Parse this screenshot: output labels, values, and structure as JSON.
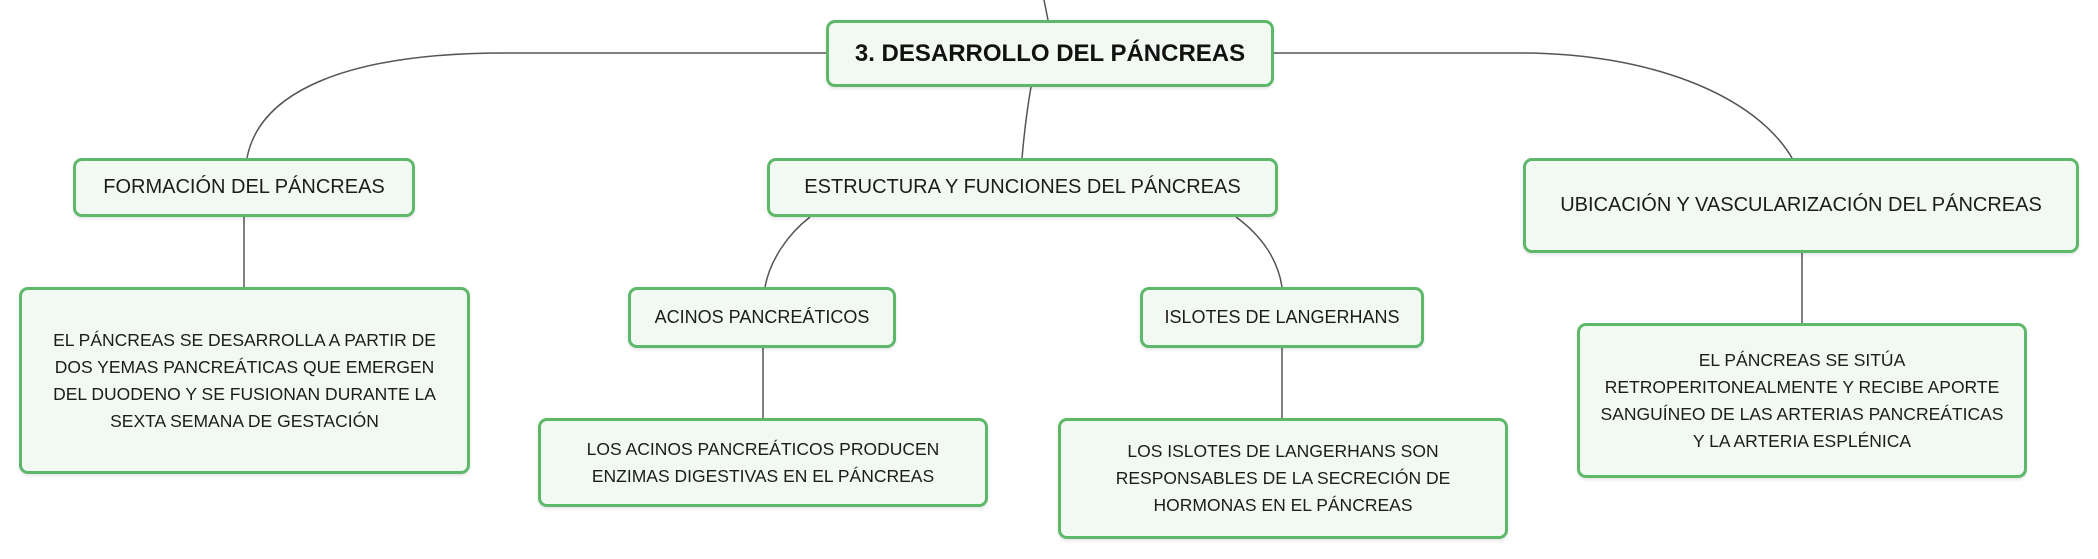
{
  "colors": {
    "node_border": "#5db86a",
    "node_fill": "#f2f9f3",
    "connector": "#555555",
    "text": "#1c1c1c"
  },
  "map": {
    "root": "3. DESARROLLO DEL PÁNCREAS",
    "formacion": {
      "title": "FORMACIÓN DEL PÁNCREAS",
      "detail": "EL PÁNCREAS SE DESARROLLA A PARTIR DE DOS YEMAS PANCREÁTICAS QUE EMERGEN DEL DUODENO Y SE FUSIONAN DURANTE LA SEXTA SEMANA DE GESTACIÓN"
    },
    "estructura": {
      "title": "ESTRUCTURA Y FUNCIONES DEL PÁNCREAS",
      "acinos": {
        "title": "ACINOS PANCREÁTICOS",
        "detail": "LOS ACINOS PANCREÁTICOS PRODUCEN ENZIMAS DIGESTIVAS EN EL PÁNCREAS"
      },
      "islotes": {
        "title": "ISLOTES DE LANGERHANS",
        "detail": "LOS ISLOTES DE LANGERHANS SON RESPONSABLES DE LA SECRECIÓN DE HORMONAS EN EL PÁNCREAS"
      }
    },
    "ubicacion": {
      "title": "UBICACIÓN Y VASCULARIZACIÓN DEL PÁNCREAS",
      "detail": "EL PÁNCREAS SE SITÚA RETROPERITONEALMENTE Y RECIBE APORTE SANGUÍNEO DE LAS ARTERIAS PANCREÁTICAS Y LA ARTERIA ESPLÉNICA"
    }
  }
}
